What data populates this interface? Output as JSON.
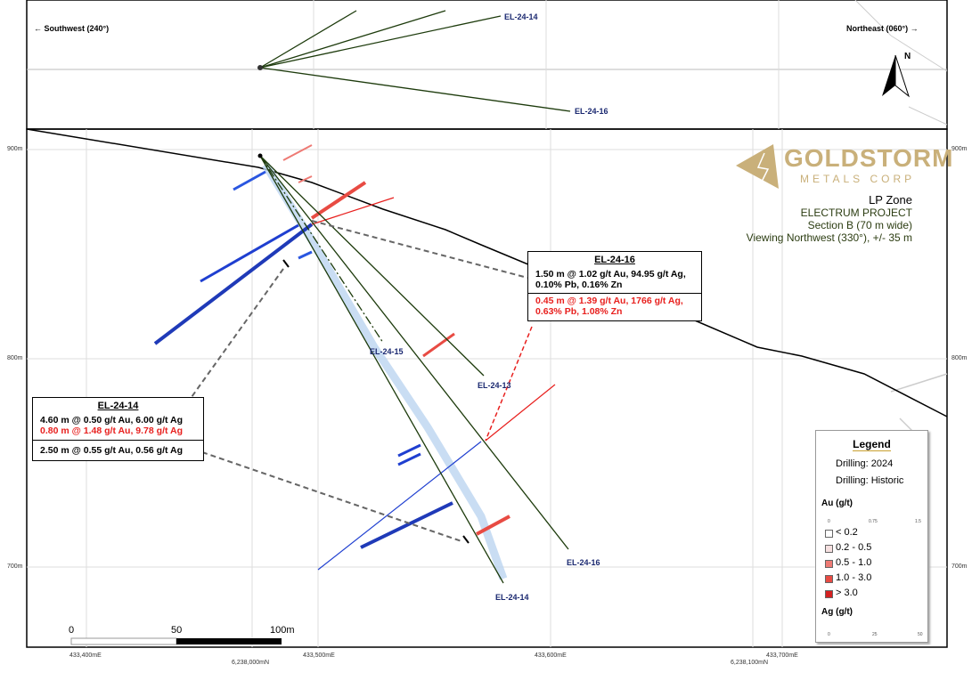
{
  "plan_view": {
    "left_direction": "← Southwest (240°)",
    "right_direction": "Northeast (060°) →",
    "holes": [
      "EL-24-14",
      "EL-24-16"
    ]
  },
  "logo": {
    "name": "GOLDSTORM",
    "sub": "METALS CORP"
  },
  "title_block": {
    "zone": "LP Zone",
    "project": "ELECTRUM PROJECT",
    "section": "Section B (70 m wide)",
    "viewing": "Viewing Northwest (330°), +/- 35 m"
  },
  "elevations": [
    "900m",
    "800m",
    "700m"
  ],
  "eastings": [
    "433,400mE",
    "433,500mE",
    "433,600mE",
    "433,700mE"
  ],
  "northings": [
    "6,238,000mN",
    "6,238,100mN"
  ],
  "drill_holes": [
    "EL-24-15",
    "EL-24-13",
    "EL-24-16",
    "EL-24-14"
  ],
  "callouts": {
    "el2416": {
      "title": "EL-24-16",
      "line1": "1.50 m @ 1.02 g/t Au, 94.95 g/t Ag,",
      "line2": "0.10% Pb, 0.16% Zn",
      "line3": "0.45 m @ 1.39 g/t Au, 1766 g/t Ag,",
      "line4": "0.63% Pb, 1.08% Zn"
    },
    "el2414": {
      "title": "EL-24-14",
      "line1": "4.60 m @ 0.50 g/t Au, 6.00 g/t Ag",
      "line2": "0.80 m @ 1.48 g/t Au, 9.78 g/t Ag",
      "line3": "2.50 m @ 0.55 g/t Au, 0.56 g/t Ag"
    }
  },
  "legend": {
    "title": "Legend",
    "drilling_2024": "Drilling: 2024",
    "drilling_historic": "Drilling: Historic",
    "au_label": "Au (g/t)",
    "au_scale": [
      "0",
      "0.75",
      "1.5"
    ],
    "au_classes": [
      {
        "label": "< 0.2",
        "color": "#ffffff"
      },
      {
        "label": "0.2 - 0.5",
        "color": "#f6e0e0"
      },
      {
        "label": "0.5 - 1.0",
        "color": "#ee7a74"
      },
      {
        "label": "1.0 - 3.0",
        "color": "#e84b43"
      },
      {
        "label": "> 3.0",
        "color": "#d42020"
      }
    ],
    "ag_label": "Ag (g/t)",
    "ag_scale": [
      "0",
      "25",
      "50"
    ]
  },
  "scale_bar": {
    "labels": [
      "0",
      "50",
      "100m"
    ]
  },
  "colors": {
    "au": "#e8201e",
    "ag": "#1f3fd0",
    "drill": "#1d3b0c",
    "hole_label": "#1a2870"
  }
}
